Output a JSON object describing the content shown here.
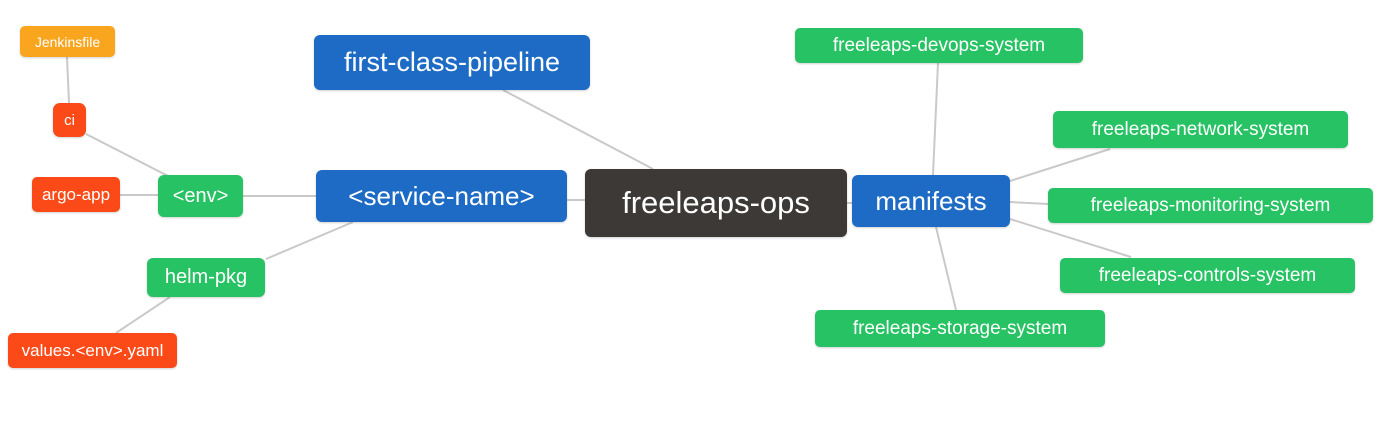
{
  "diagram": {
    "type": "mindmap",
    "root": "freeleaps-ops",
    "background": "#ffffff"
  },
  "colors": {
    "blue": "#1D6BC4",
    "green": "#27C264",
    "red": "#FB4A17",
    "orange": "#F9A51E",
    "dark": "#3C3937",
    "edge": "#C9C9C9",
    "text": "#FFFFFF"
  },
  "nodes": {
    "freeleaps_ops": {
      "label": "freeleaps-ops",
      "color": "dark"
    },
    "first_class_pipeline": {
      "label": "first-class-pipeline",
      "color": "blue"
    },
    "service_name": {
      "label": "<service-name>",
      "color": "blue"
    },
    "manifests": {
      "label": "manifests",
      "color": "blue"
    },
    "env": {
      "label": "<env>",
      "color": "green"
    },
    "helm_pkg": {
      "label": "helm-pkg",
      "color": "green"
    },
    "ci": {
      "label": "ci",
      "color": "red"
    },
    "argo_app": {
      "label": "argo-app",
      "color": "red"
    },
    "jenkinsfile": {
      "label": "Jenkinsfile",
      "color": "orange"
    },
    "values_env_yaml": {
      "label": "values.<env>.yaml",
      "color": "red"
    },
    "devops_system": {
      "label": "freeleaps-devops-system",
      "color": "green"
    },
    "network_system": {
      "label": "freeleaps-network-system",
      "color": "green"
    },
    "monitoring_system": {
      "label": "freeleaps-monitoring-system",
      "color": "green"
    },
    "controls_system": {
      "label": "freeleaps-controls-system",
      "color": "green"
    },
    "storage_system": {
      "label": "freeleaps-storage-system",
      "color": "green"
    }
  },
  "edges": [
    {
      "from": "jenkinsfile",
      "to": "ci"
    },
    {
      "from": "ci",
      "to": "env"
    },
    {
      "from": "argo_app",
      "to": "env"
    },
    {
      "from": "env",
      "to": "service_name"
    },
    {
      "from": "service_name",
      "to": "helm_pkg"
    },
    {
      "from": "helm_pkg",
      "to": "values_env_yaml"
    },
    {
      "from": "first_class_pipeline",
      "to": "freeleaps_ops"
    },
    {
      "from": "service_name",
      "to": "freeleaps_ops"
    },
    {
      "from": "freeleaps_ops",
      "to": "manifests"
    },
    {
      "from": "manifests",
      "to": "devops_system"
    },
    {
      "from": "manifests",
      "to": "network_system"
    },
    {
      "from": "manifests",
      "to": "monitoring_system"
    },
    {
      "from": "manifests",
      "to": "controls_system"
    },
    {
      "from": "manifests",
      "to": "storage_system"
    }
  ]
}
